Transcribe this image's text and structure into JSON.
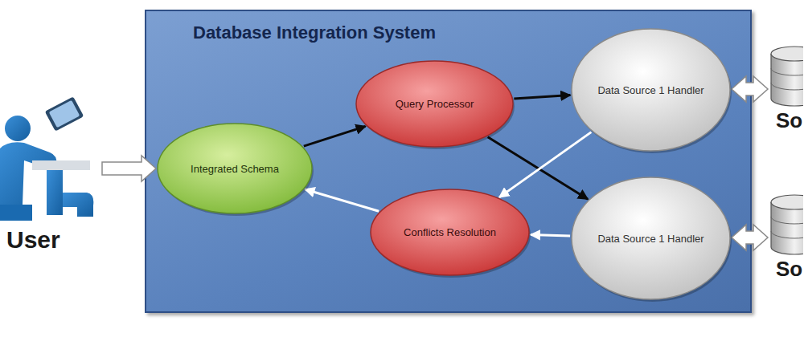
{
  "diagram": {
    "nodes": [
      {
        "text": [
          "User"
        ]
      },
      {
        "text": [
          "Database Integration System"
        ]
      },
      {
        "text": [
          "Integrated Schema"
        ],
        "in": 1
      },
      {
        "text": [
          "Query Processor"
        ],
        "in": 1
      },
      {
        "text": [
          "Conflicts Resolution"
        ],
        "in": 1
      },
      {
        "text": [
          "Data Source 1 Handler"
        ],
        "in": 1
      },
      {
        "text": [
          "Data Source 1 Handler"
        ],
        "in": 1
      },
      {
        "text": [
          "So"
        ]
      },
      {
        "text": [
          "So"
        ]
      }
    ],
    "edges": [
      {
        "from": 0,
        "to": 2,
        "arrow": "to"
      },
      {
        "from": 2,
        "to": 3,
        "arrow": "to"
      },
      {
        "from": 3,
        "to": 5,
        "arrow": "to"
      },
      {
        "from": 3,
        "to": 6,
        "arrow": "to"
      },
      {
        "from": 5,
        "to": 4,
        "arrow": "to"
      },
      {
        "from": 6,
        "to": 4,
        "arrow": "to"
      },
      {
        "from": 4,
        "to": 2,
        "arrow": "to"
      },
      {
        "from": 5,
        "to": 7,
        "arrow": "both"
      },
      {
        "from": 6,
        "to": 8,
        "arrow": "both"
      }
    ]
  }
}
